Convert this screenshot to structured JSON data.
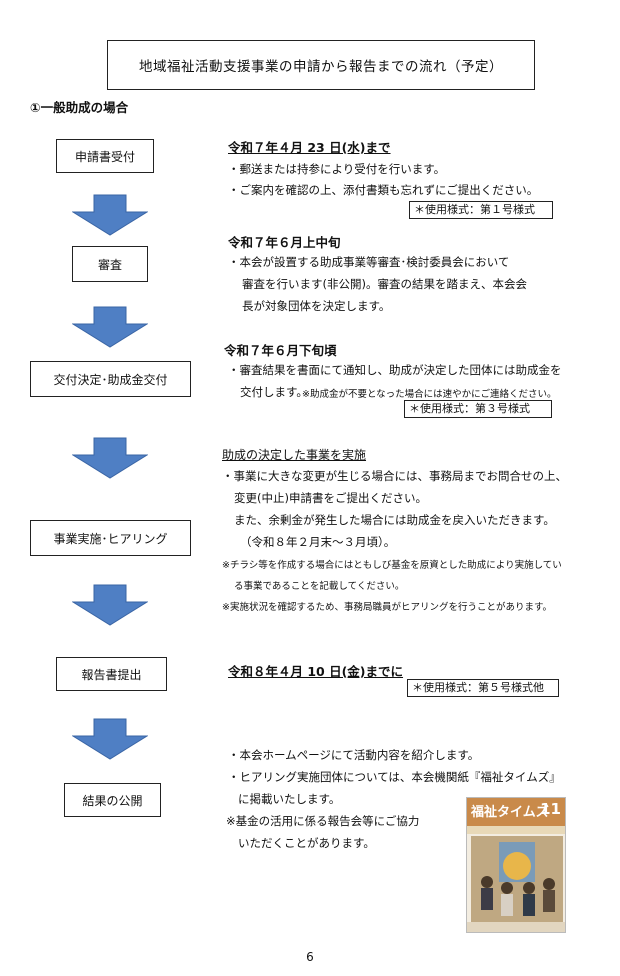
{
  "title": "地域福祉活動支援事業の申請から報告までの流れ（予定）",
  "section_heading": "①一般助成の場合",
  "steps": {
    "s1": "申請書受付",
    "s2": "審査",
    "s3": "交付決定･助成金交付",
    "s4": "事業実施･ヒアリング",
    "s5": "報告書提出",
    "s6": "結果の公開"
  },
  "details": {
    "d1": {
      "heading": "令和７年４月 23 日(水)まで",
      "lines": [
        "・郵送または持参により受付を行います。",
        "・ご案内を確認の上、添付書類も忘れずにご提出ください。"
      ],
      "form": "＊使用様式：第１号様式"
    },
    "d2": {
      "heading": "令和７年６月上中旬",
      "lines": [
        "・本会が設置する助成事業等審査･検討委員会において",
        "審査を行います(非公開)。審査の結果を踏まえ、本会会",
        "長が対象団体を決定します。"
      ]
    },
    "d3": {
      "heading": "令和７年６月下旬頃",
      "lines": [
        "・審査結果を書面にて通知し、助成が決定した団体には助成金を",
        "交付します。"
      ],
      "note": "※助成金が不要となった場合には速やかにご連絡ください。",
      "form": "＊使用様式：第３号様式"
    },
    "d4": {
      "heading": "助成の決定した事業を実施",
      "lines": [
        "・事業に大きな変更が生じる場合には、事務局までお問合せの上、",
        "変更(中止)申請書をご提出ください。",
        "また、余剰金が発生した場合には助成金を戻入いただきます。",
        "（令和８年２月末～３月頃）。"
      ],
      "notes": [
        "※チラシ等を作成する場合にはともしび基金を原資とした助成により実施してい",
        "る事業であることを記載してください。",
        "※実施状況を確認するため、事務局職員がヒアリングを行うことがあります。"
      ]
    },
    "d5": {
      "heading": "令和８年４月 10 日(金)までに",
      "form": "＊使用様式：第５号様式他"
    },
    "d6": {
      "lines": [
        "・本会ホームページにて活動内容を紹介します。",
        "・ヒアリング実施団体については、本会機関紙『福祉タイムズ』",
        "に掲載いたします。",
        "※基金の活用に係る報告会等にご協力",
        "いただくことがあります。"
      ]
    }
  },
  "magazine": {
    "title": "福祉タイムズ",
    "number": "11"
  },
  "page_number": "6",
  "colors": {
    "arrow_fill": "#4f7fc4",
    "arrow_stroke": "#3a65a5"
  }
}
